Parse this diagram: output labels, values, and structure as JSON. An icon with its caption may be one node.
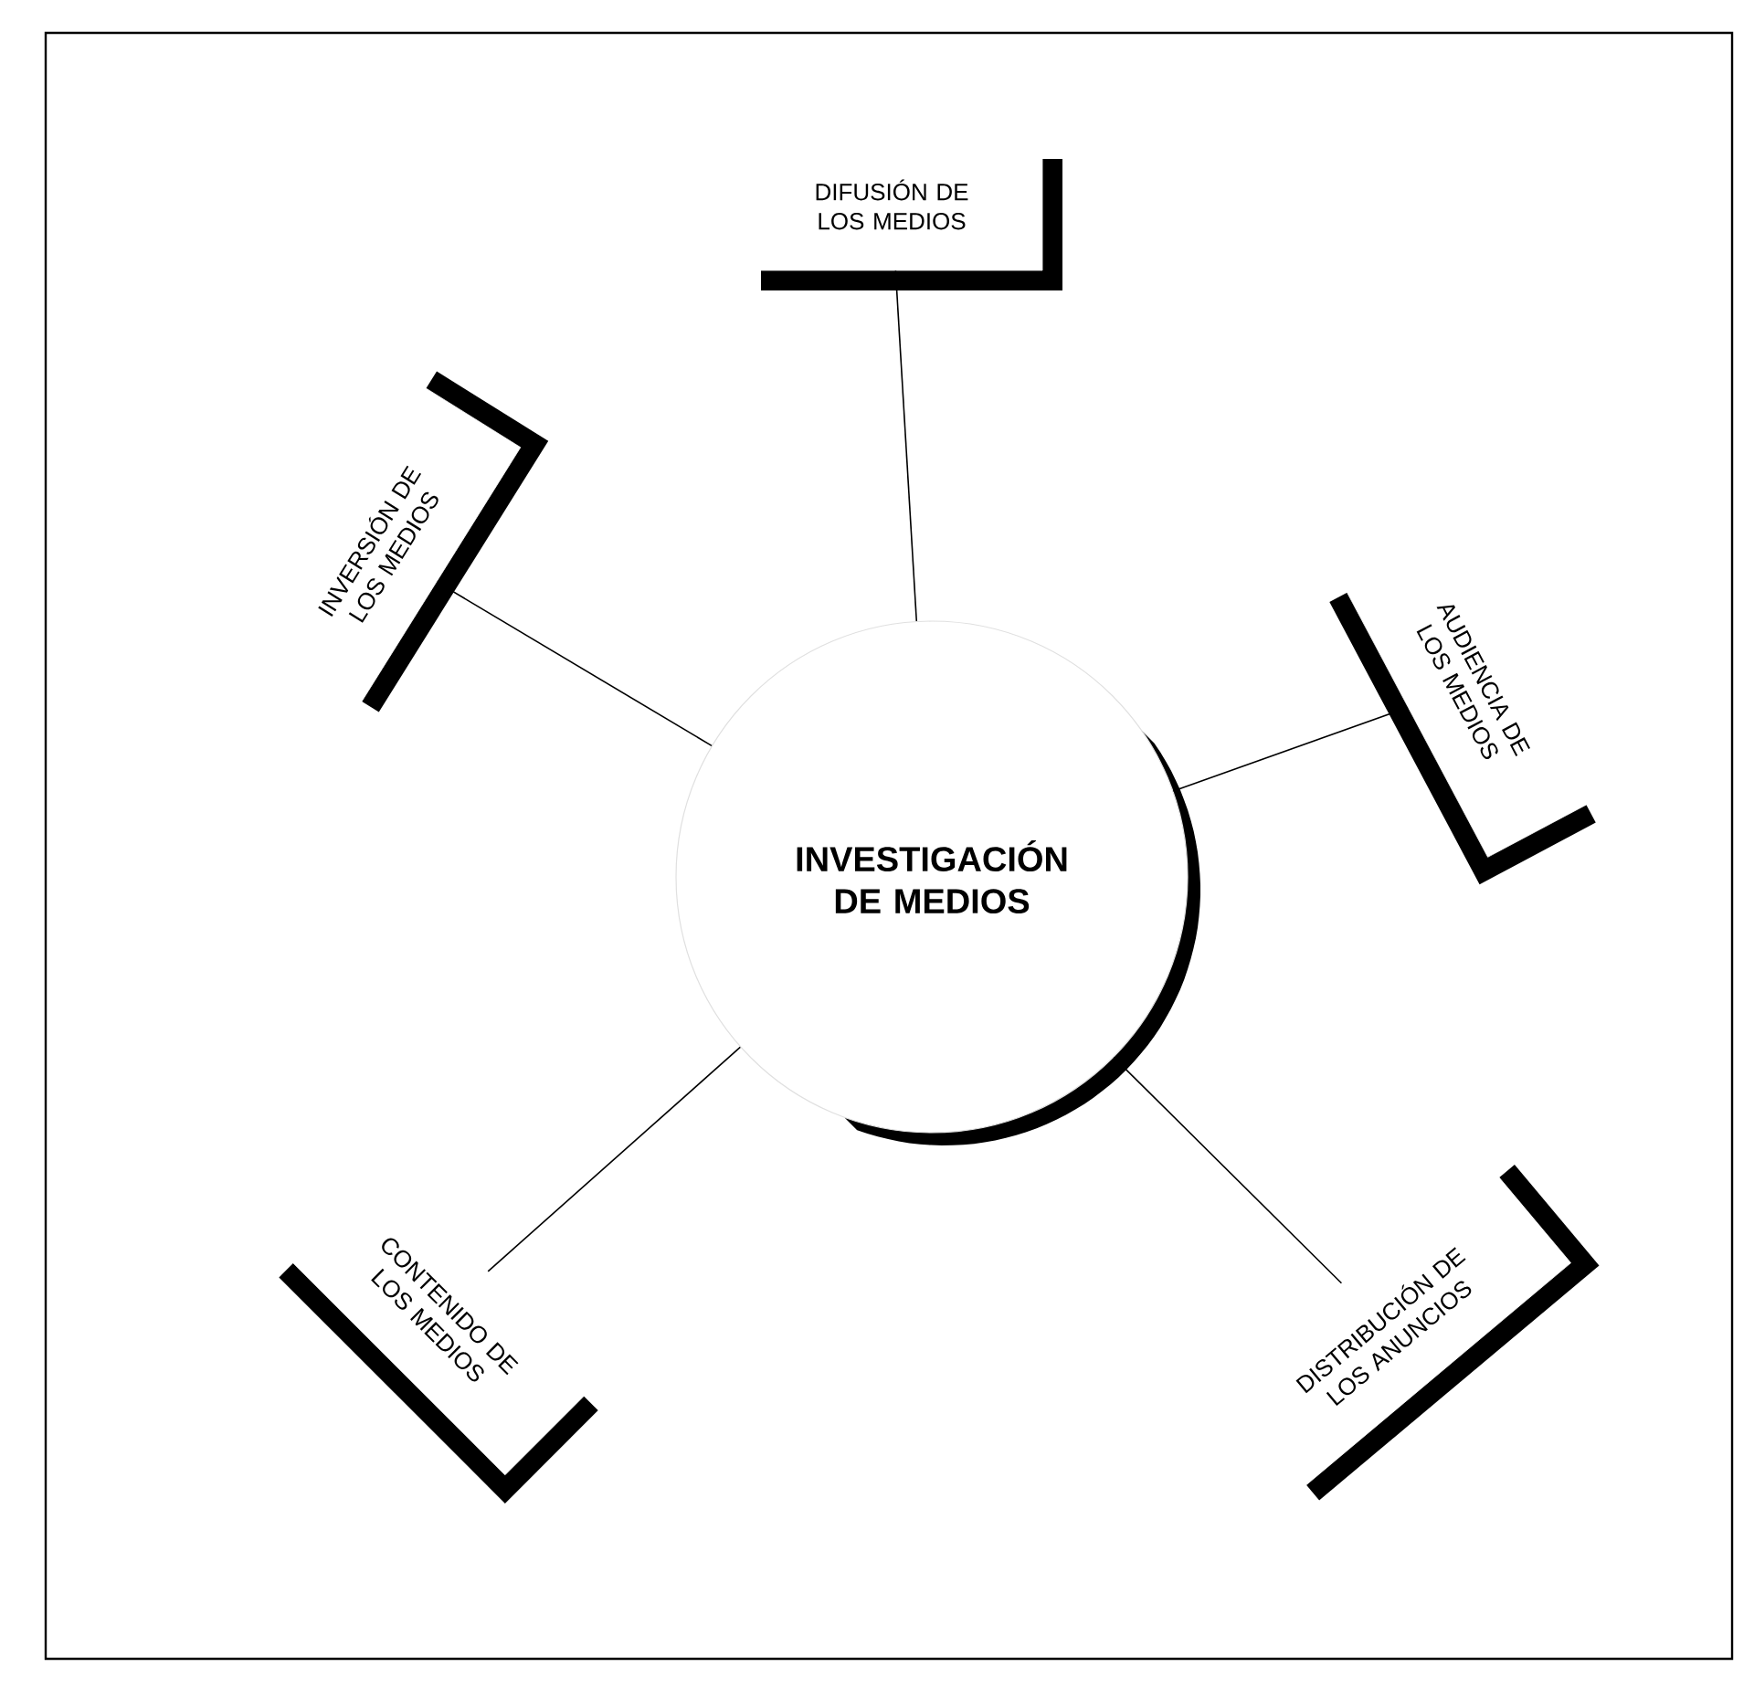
{
  "diagram": {
    "nodes": [
      {
        "text": [
          "**INVESTIGACIÓN DE MEDIOS**"
        ]
      },
      {
        "text": [
          "DIFUSIÓN DE LOS MEDIOS"
        ]
      },
      {
        "text": [
          "AUDIENCIA DE LOS MEDIOS"
        ]
      },
      {
        "text": [
          "INVERSIÓN DE LOS MEDIOS"
        ]
      },
      {
        "text": [
          "CONTENIDO DE LOS MEDIOS"
        ]
      },
      {
        "text": [
          "DISTRIBUCIÓN DE LOS ANUNCIOS"
        ]
      }
    ],
    "edges": [
      {
        "from": 0,
        "to": 1,
        "arrow": "none"
      },
      {
        "from": 0,
        "to": 2,
        "arrow": "none"
      },
      {
        "from": 0,
        "to": 3,
        "arrow": "none"
      },
      {
        "from": 0,
        "to": 4,
        "arrow": "none"
      },
      {
        "from": 0,
        "to": 5,
        "arrow": "none"
      }
    ]
  }
}
